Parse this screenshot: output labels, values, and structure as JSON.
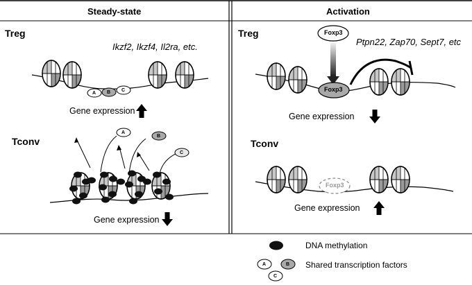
{
  "headers": {
    "left": "Steady-state",
    "right": "Activation"
  },
  "panels": {
    "treg_label_left": "Treg",
    "tconv_label_left": "Tconv",
    "treg_label_right": "Treg",
    "tconv_label_right": "Tconv"
  },
  "genes": {
    "left": "Ikzf2, Ikzf4, Il2ra, etc.",
    "right": "Ptpn22, Zap70, Sept7, etc"
  },
  "gene_expression": "Gene expression",
  "foxp3": "Foxp3",
  "factors": {
    "a": "A",
    "b": "B",
    "c": "C"
  },
  "legend": {
    "methylation": "DNA methylation",
    "shared_tf": "Shared transcription factors"
  },
  "colors": {
    "grey": "#a9a9a9",
    "light": "#e8e8e8",
    "dark": "#111111"
  }
}
